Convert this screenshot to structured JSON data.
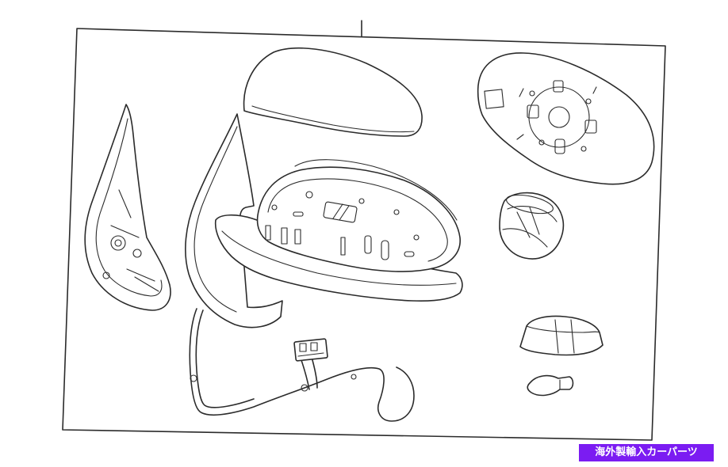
{
  "banner": {
    "text": "海外製輸入カーパーツ",
    "background": "#7b1cf2",
    "color": "#ffffff"
  },
  "diagram": {
    "parts": [
      "mirror-cover-cap",
      "mirror-glass",
      "mount-bracket",
      "mirror-housing",
      "mirror-frame",
      "power-motor",
      "wiring-harness",
      "connector",
      "lamp-assembly",
      "bulb"
    ]
  }
}
